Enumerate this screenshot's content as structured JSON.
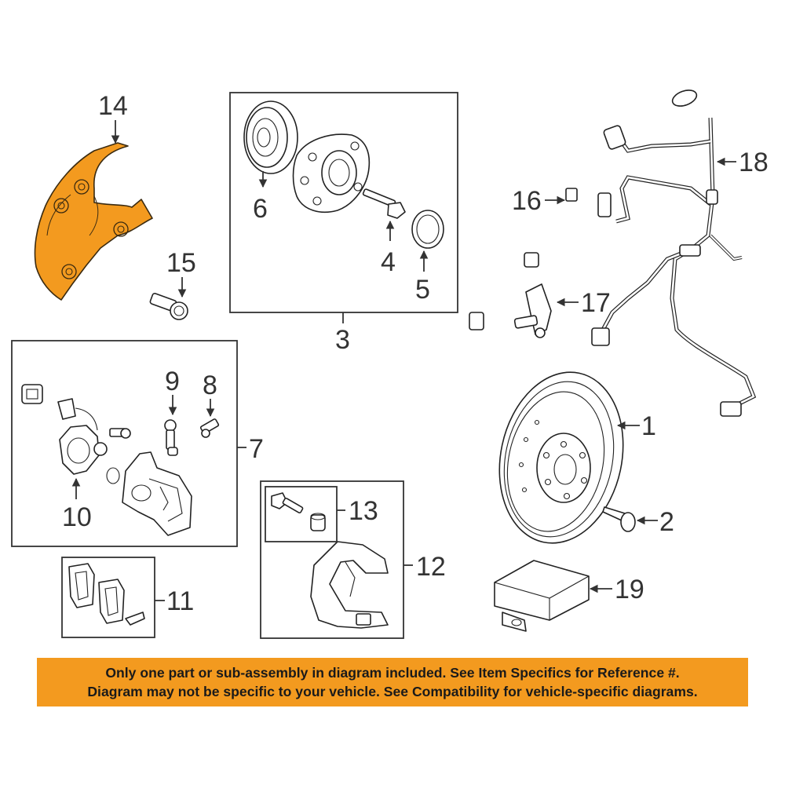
{
  "callouts": {
    "c1": "1",
    "c2": "2",
    "c3": "3",
    "c4": "4",
    "c5": "5",
    "c6": "6",
    "c7": "7",
    "c8": "8",
    "c9": "9",
    "c10": "10",
    "c11": "11",
    "c12": "12",
    "c13": "13",
    "c14": "14",
    "c15": "15",
    "c16": "16",
    "c17": "17",
    "c18": "18",
    "c19": "19"
  },
  "colors": {
    "highlight": "#f39a1f",
    "line": "#333333",
    "background": "#ffffff"
  },
  "disclaimer": {
    "line1": "Only one part or sub-assembly in diagram included. See Item Specifics for Reference #.",
    "line2": "Diagram may not be specific to your vehicle. See Compatibility for vehicle-specific diagrams."
  }
}
